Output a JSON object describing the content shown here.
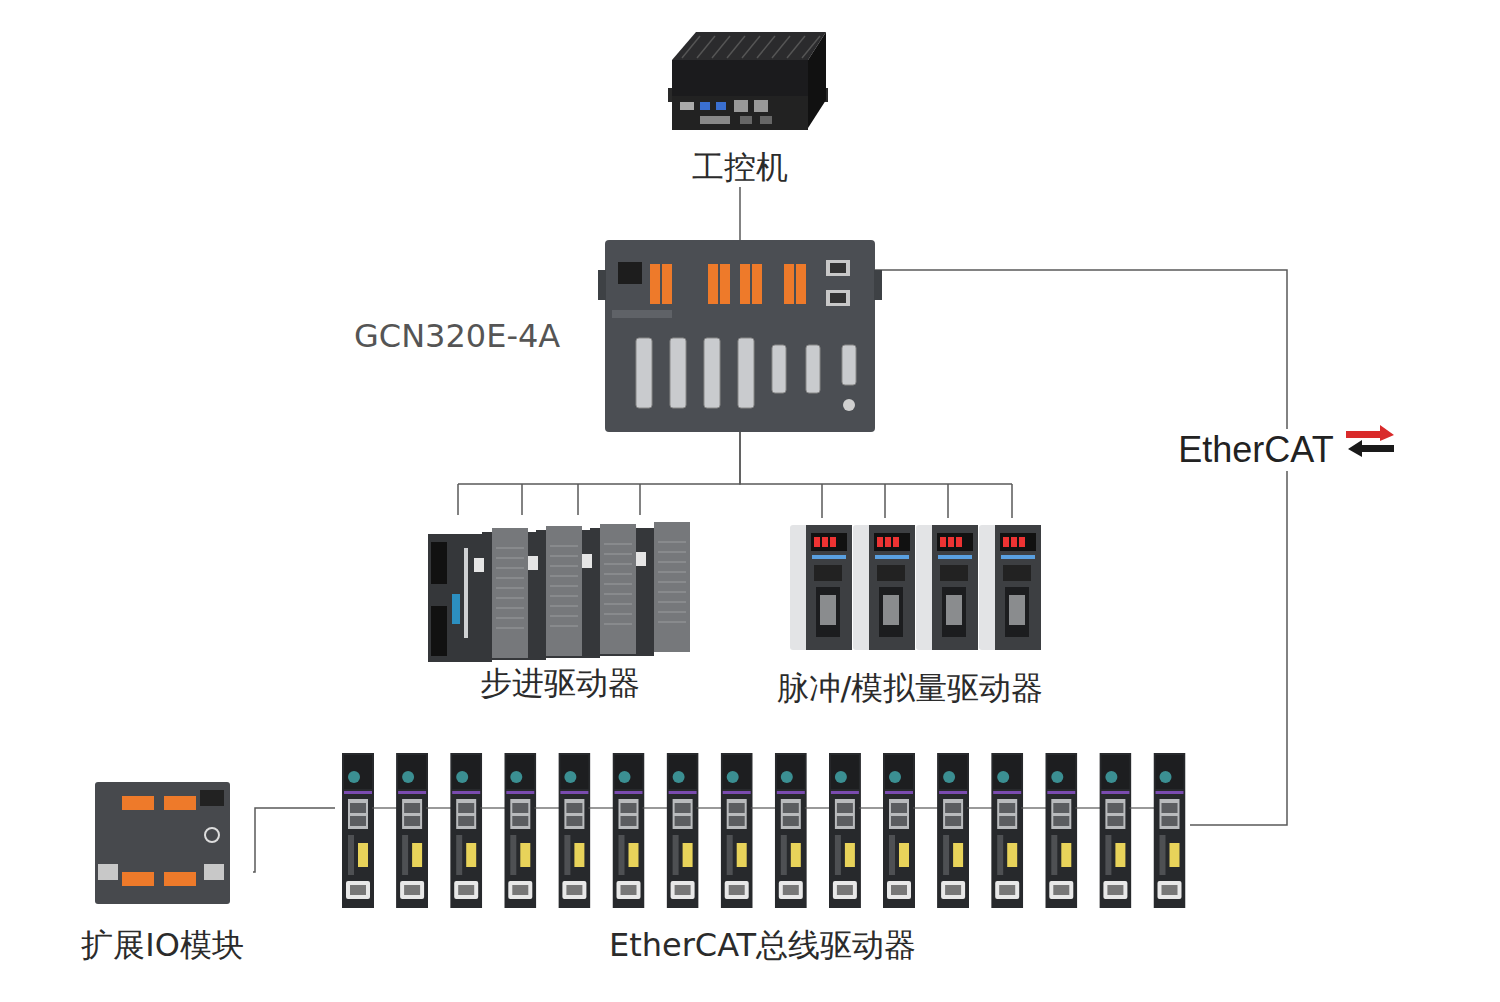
{
  "diagram": {
    "nodes": [
      {
        "text": [
          "工控机"
        ]
      },
      {
        "text": [
          "GCN320E-4A"
        ]
      },
      {
        "text": [
          "步进驱动器"
        ]
      },
      {
        "text": [
          "脉冲/模拟量驱动器"
        ]
      },
      {
        "text": [
          "扩展IO模块"
        ]
      },
      {
        "text": [
          "EtherCAT总线驱动器"
        ]
      }
    ],
    "edges": [
      {
        "from": 0,
        "to": 1,
        "arrow": "none"
      },
      {
        "from": 1,
        "to": 2,
        "arrow": "none"
      },
      {
        "from": 1,
        "to": 3,
        "arrow": "none"
      },
      {
        "from": 1,
        "to": 5,
        "arrow": "none",
        "label": "EtherCAT"
      },
      {
        "from": 5,
        "to": 4,
        "arrow": "none"
      }
    ]
  }
}
